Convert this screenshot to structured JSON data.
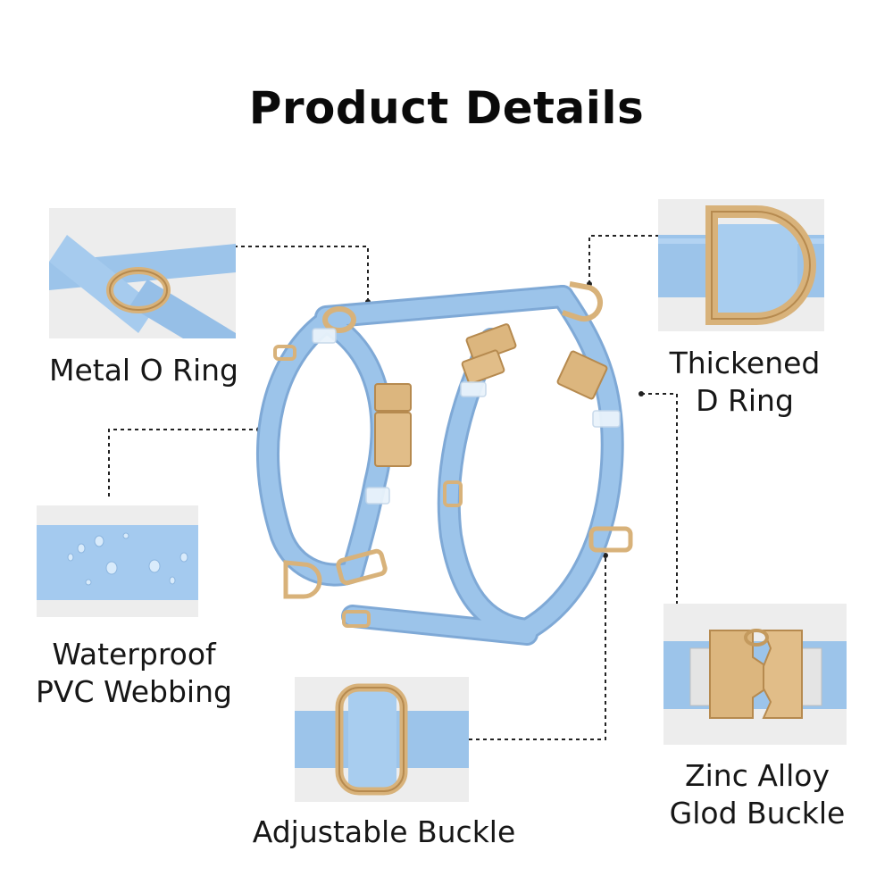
{
  "page": {
    "title": "Product Details"
  },
  "features": [
    {
      "label": "Metal O Ring",
      "icon": "o-ring-closeup"
    },
    {
      "label": "Thickened\nD Ring",
      "icon": "d-ring-closeup"
    },
    {
      "label": "Waterproof\nPVC Webbing",
      "icon": "water-droplets-closeup"
    },
    {
      "label": "Adjustable Buckle",
      "icon": "slide-buckle-closeup"
    },
    {
      "label": "Zinc Alloy\nGlod Buckle",
      "icon": "side-release-buckle-closeup"
    }
  ],
  "colors": {
    "strap": "#9cc4ea",
    "strap_dark": "#7fa9d6",
    "metal": "#d8b27a",
    "metal_dark": "#b68a4f",
    "thumb_bg": "#e9e9e9"
  }
}
